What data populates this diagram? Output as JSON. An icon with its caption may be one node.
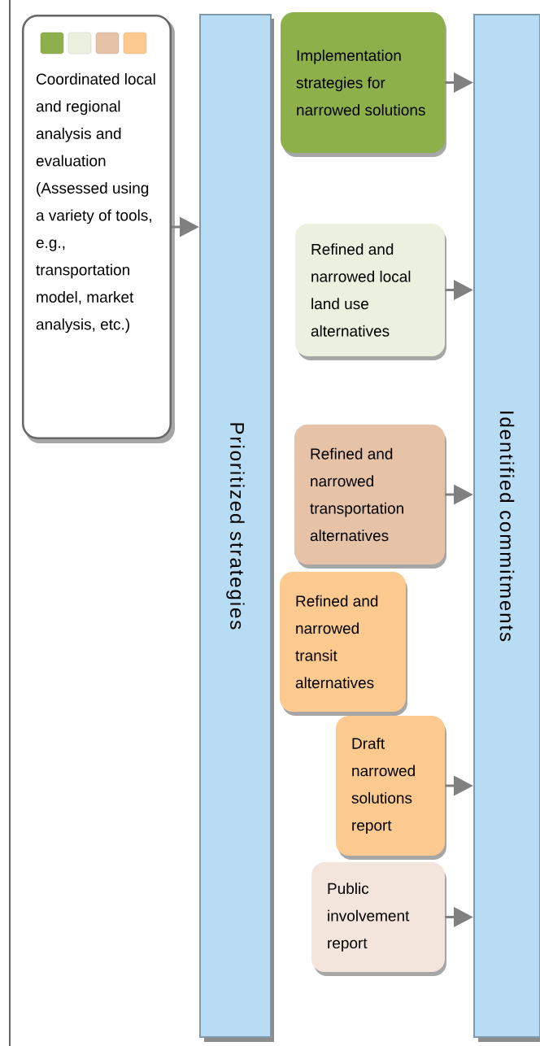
{
  "diagram": {
    "nodes": [
      {
        "text": [
          "Coordinated local and regional analysis and evaluation (Assessed using a variety of tools, e.g., transportation model, market analysis, etc.)"
        ]
      },
      {
        "text": [
          "Prioritized strategies"
        ]
      },
      {
        "text": [
          "Implementation strategies for narrowed solutions"
        ]
      },
      {
        "text": [
          "Refined and narrowed local land use alternatives"
        ]
      },
      {
        "text": [
          "Refined and narrowed transportation alternatives"
        ]
      },
      {
        "text": [
          "Refined and narrowed transit alternatives"
        ]
      },
      {
        "text": [
          "Draft narrowed solutions report"
        ]
      },
      {
        "text": [
          "Public involvement report"
        ]
      },
      {
        "text": [
          "Identified commitments"
        ]
      }
    ],
    "edges": [
      {
        "from": 0,
        "to": 1,
        "arrow": "to"
      },
      {
        "from": 2,
        "to": 8,
        "arrow": "to"
      },
      {
        "from": 3,
        "to": 8,
        "arrow": "to"
      },
      {
        "from": 4,
        "to": 8,
        "arrow": "to"
      },
      {
        "from": 6,
        "to": 8,
        "arrow": "to"
      },
      {
        "from": 7,
        "to": 8,
        "arrow": "to"
      }
    ]
  }
}
